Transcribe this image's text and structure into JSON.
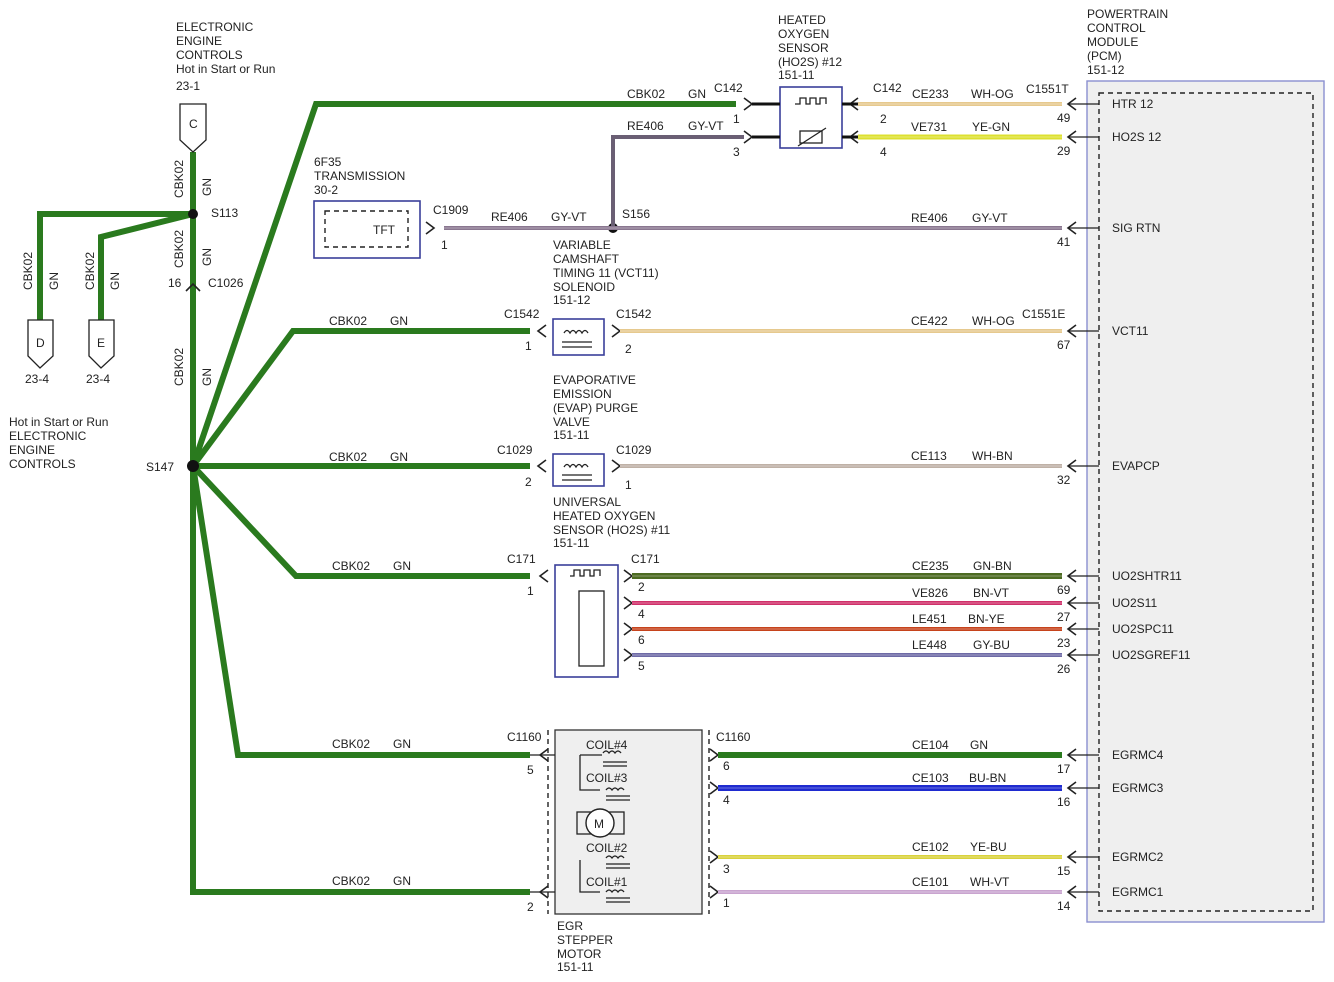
{
  "colors": {
    "wire_green": "#2a7a1e",
    "wire_gray_violet": "#8a7790",
    "wire_gray_violet_dark": "#6a5f74",
    "wire_wh_og": "#e6c98e",
    "wire_ye_gn": "#dde030",
    "wire_wh_bn": "#bfb1a6",
    "wire_gn_bn": "#4d6b22",
    "wire_bn_vt": "#d0306a",
    "wire_bn_ye": "#c6431c",
    "wire_gy_bu": "#6e6aa6",
    "wire_bu_bn": "#1f2bd0",
    "wire_ye_bu": "#d9d23c",
    "wire_wh_vt": "#c9a4cf",
    "component_outline": "#3a3f9a",
    "pcm_fill": "#efefef"
  },
  "left": {
    "top_title": [
      "ELECTRONIC",
      "ENGINE",
      "CONTROLS",
      "Hot in Start or Run"
    ],
    "top_ref": "23-1",
    "conn_c": "C",
    "vert_label": "CBK02",
    "vert_color": "GN",
    "splice_s113": "S113",
    "conn_c1026": "C1026",
    "pin_16": "16",
    "conn_d": "D",
    "conn_e": "E",
    "ref_d": "23-4",
    "ref_e": "23-4",
    "bottom_title": [
      "Hot in Start or Run",
      "ELECTRONIC",
      "ENGINE",
      "CONTROLS"
    ],
    "splice_s147": "S147"
  },
  "ho2s12": {
    "title": [
      "HEATED",
      "OXYGEN",
      "SENSOR",
      "(HO2S) #12",
      "151-11"
    ],
    "wire_in1_circuit": "CBK02",
    "wire_in1_color": "GN",
    "conn_left": "C142",
    "pin_1": "1",
    "wire_in3_circuit": "RE406",
    "wire_in3_color": "GY-VT",
    "pin_3": "3",
    "conn_right": "C142",
    "pin_2": "2",
    "pin_4": "4"
  },
  "tft": {
    "title": [
      "6F35",
      "TRANSMISSION",
      "30-2"
    ],
    "label": "TFT",
    "conn": "C1909",
    "pin": "1",
    "wire_circuit": "RE406",
    "wire_color": "GY-VT",
    "splice": "S156"
  },
  "vct": {
    "title": [
      "VARIABLE",
      "CAMSHAFT",
      "TIMING 11 (VCT11)",
      "SOLENOID",
      "151-12"
    ],
    "wire_circuit": "CBK02",
    "wire_color": "GN",
    "conn_left": "C1542",
    "pin_left": "1",
    "conn_right": "C1542",
    "pin_right": "2"
  },
  "evap": {
    "title": [
      "EVAPORATIVE",
      "EMISSION",
      "(EVAP) PURGE",
      "VALVE",
      "151-11"
    ],
    "wire_circuit": "CBK02",
    "wire_color": "GN",
    "conn_left": "C1029",
    "pin_left": "2",
    "conn_right": "C1029",
    "pin_right": "1"
  },
  "uho2s": {
    "title": [
      "UNIVERSAL",
      "HEATED OXYGEN",
      "SENSOR (HO2S) #11",
      "151-11"
    ],
    "wire_circuit": "CBK02",
    "wire_color": "GN",
    "conn_left": "C171",
    "pin_left": "1",
    "conn_right": "C171",
    "pin_2": "2",
    "pin_4": "4",
    "pin_6": "6",
    "pin_5": "5"
  },
  "egr": {
    "title": [
      "EGR",
      "STEPPER",
      "MOTOR",
      "151-11"
    ],
    "wire_top_circuit": "CBK02",
    "wire_top_color": "GN",
    "wire_bottom_circuit": "CBK02",
    "wire_bottom_color": "GN",
    "conn_left": "C1160",
    "pin_left_5": "5",
    "pin_left_2": "2",
    "conn_right": "C1160",
    "pin_6": "6",
    "pin_4": "4",
    "pin_3": "3",
    "pin_1": "1",
    "coil4": "COIL#4",
    "coil3": "COIL#3",
    "coil2": "COIL#2",
    "coil1": "COIL#1",
    "motor": "M"
  },
  "pcm": {
    "title": [
      "POWERTRAIN",
      "CONTROL",
      "MODULE",
      "(PCM)",
      "151-12"
    ],
    "conn_t": "C1551T",
    "conn_e": "C1551E"
  },
  "right_wires": [
    {
      "circuit": "CE233",
      "color": "WH-OG",
      "pin": "49",
      "label": "HTR 12"
    },
    {
      "circuit": "VE731",
      "color": "YE-GN",
      "pin": "29",
      "label": "HO2S 12"
    },
    {
      "circuit": "RE406",
      "color": "GY-VT",
      "pin": "41",
      "label": "SIG RTN"
    },
    {
      "circuit": "CE422",
      "color": "WH-OG",
      "pin": "67",
      "label": "VCT11"
    },
    {
      "circuit": "CE113",
      "color": "WH-BN",
      "pin": "32",
      "label": "EVAPCP"
    },
    {
      "circuit": "CE235",
      "color": "GN-BN",
      "pin": "69",
      "label": "UO2SHTR11"
    },
    {
      "circuit": "VE826",
      "color": "BN-VT",
      "pin": "27",
      "label": "UO2S11"
    },
    {
      "circuit": "LE451",
      "color": "BN-YE",
      "pin": "23",
      "label": "UO2SPC11"
    },
    {
      "circuit": "LE448",
      "color": "GY-BU",
      "pin": "26",
      "label": "UO2SGREF11"
    },
    {
      "circuit": "CE104",
      "color": "GN",
      "pin": "17",
      "label": "EGRMC4"
    },
    {
      "circuit": "CE103",
      "color": "BU-BN",
      "pin": "16",
      "label": "EGRMC3"
    },
    {
      "circuit": "CE102",
      "color": "YE-BU",
      "pin": "15",
      "label": "EGRMC2"
    },
    {
      "circuit": "CE101",
      "color": "WH-VT",
      "pin": "14",
      "label": "EGRMC1"
    }
  ]
}
